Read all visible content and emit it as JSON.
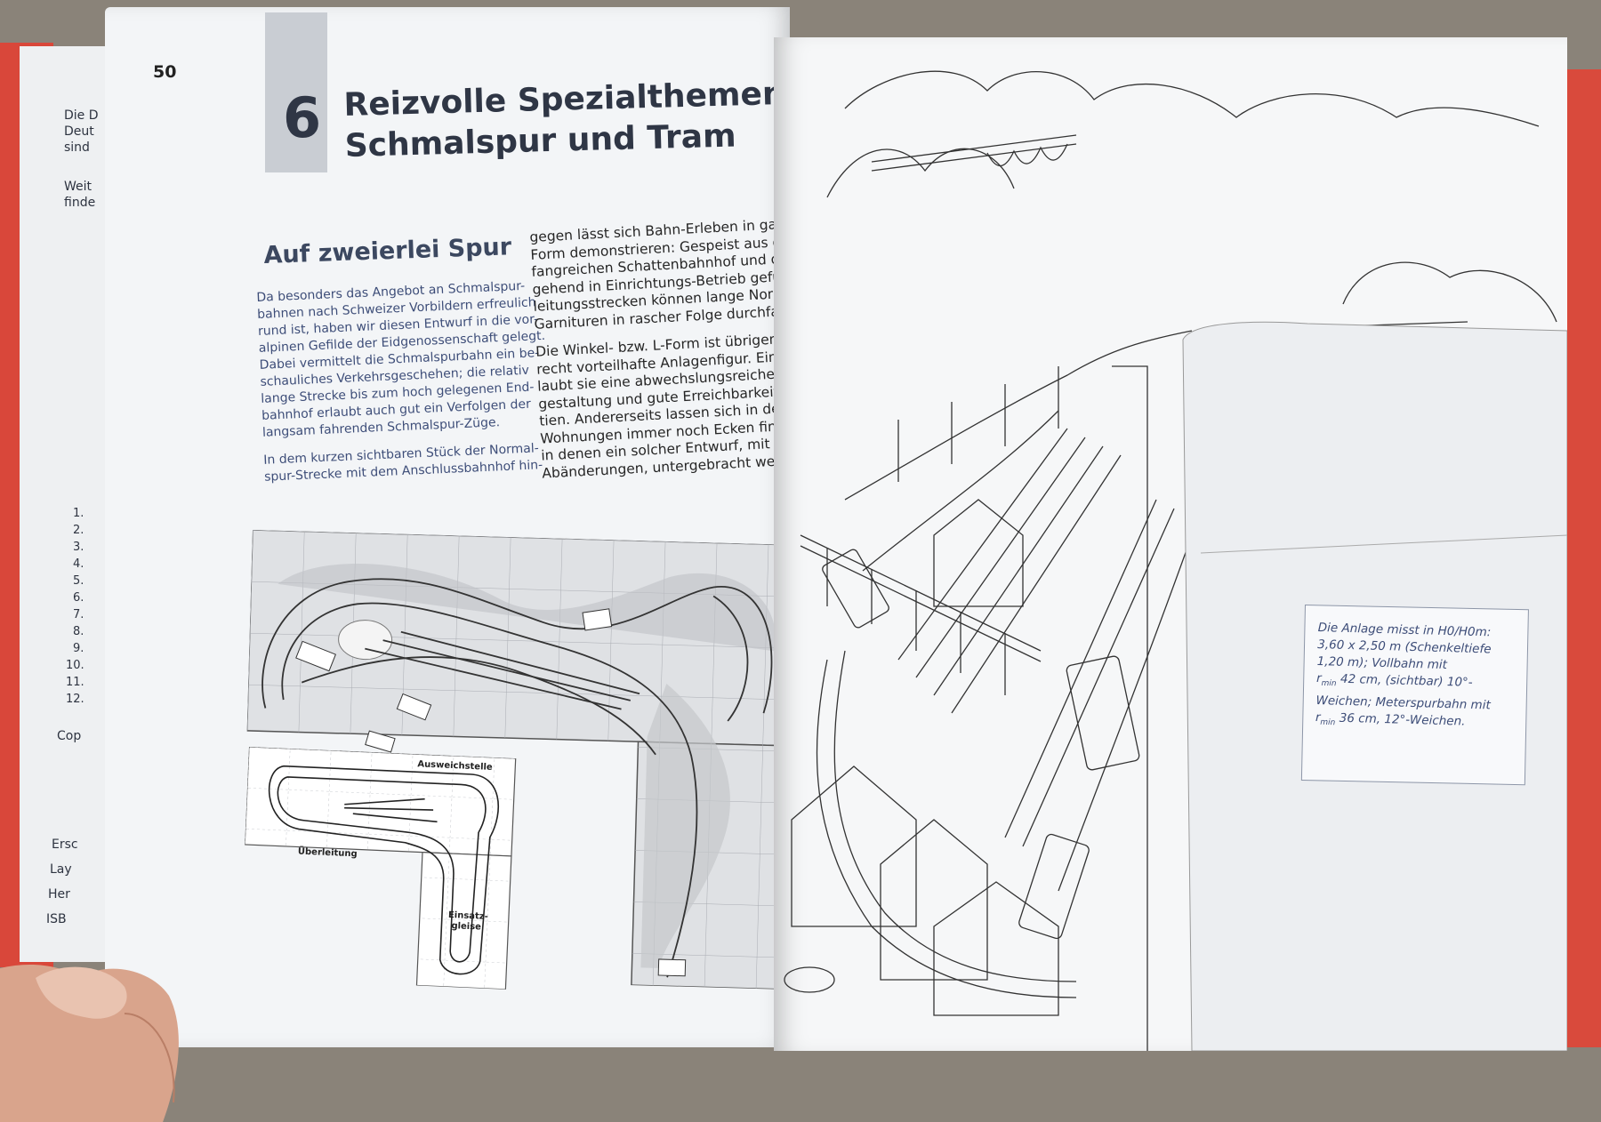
{
  "under_page": {
    "fragments": [
      "Die D",
      "Deut",
      "sind",
      "Weit",
      "finde",
      "Cop",
      "Ersc",
      "Lay",
      "Her",
      "ISB"
    ],
    "numbers": [
      "1.",
      "2.",
      "3.",
      "4.",
      "5.",
      "6.",
      "7.",
      "8.",
      "9.",
      "10.",
      "11.",
      "12."
    ]
  },
  "left_page": {
    "page_number": "50",
    "chapter_number": "6",
    "chapter_title_line1": "Reizvolle Spezialthemen:",
    "chapter_title_line2": "Schmalspur und Tram",
    "section_title": "Auf zweierlei Spur",
    "col_a_lines": [
      "Da besonders das Angebot an Schmalspur-",
      "bahnen nach Schweizer Vorbildern erfreulich",
      "rund ist, haben wir diesen Entwurf in die vor-",
      "alpinen Gefilde der Eidgenossenschaft gelegt.",
      "Dabei vermittelt die Schmalspurbahn ein be-",
      "schauliches Verkehrsgeschehen; die relativ",
      "lange Strecke bis zum hoch gelegenen End-",
      "bahnhof erlaubt auch gut ein Verfolgen der",
      "langsam fahrenden Schmalspur-Züge."
    ],
    "col_a_lines_2": [
      "In dem kurzen sichtbaren Stück der Normal-",
      "spur-Strecke mit dem Anschlussbahnhof hin-"
    ],
    "col_b_lines": [
      "gegen lässt sich Bahn-Erleben in ganz ande",
      "Form demonstrieren: Gespeist aus dem u",
      "fangreichen Schattenbahnhof und den w",
      "gehend in Einrichtungs-Betrieb geführten",
      "leitungsstrecken können lange Normal",
      "Garnituren in rascher Folge durchfahren."
    ],
    "col_b_lines_2": [
      "Die Winkel- bzw. L-Form ist übrigens ",
      "recht vorteilhafte Anlagenfigur. Einerseit",
      "laubt sie eine abwechslungsreiche Gelän",
      "gestaltung und gute Erreichbarkeit aller B",
      "tien. Andererseits lassen sich in den mei",
      "Wohnungen immer noch Ecken finden,",
      "in denen ein solcher Entwurf, mit einig",
      "Abänderungen, untergebracht werden kan"
    ],
    "plan_labels": {
      "ausweichstelle": "Ausweichstelle",
      "ueberleitung": "Überleitung",
      "einsatz_line1": "Einsatz-",
      "einsatz_line2": "gleise"
    }
  },
  "right_page": {
    "caption_lines": [
      "Die Anlage misst in H0/H0m:",
      "3,60 x 2,50 m (Schenkeltiefe",
      "1,20 m); Vollbahn mit",
      "42 cm, (sichtbar) 10°-",
      "Weichen; Meterspurbahn mit",
      "36 cm, 12°-Weichen."
    ],
    "r_symbol": "r",
    "r_subscript": "min"
  }
}
